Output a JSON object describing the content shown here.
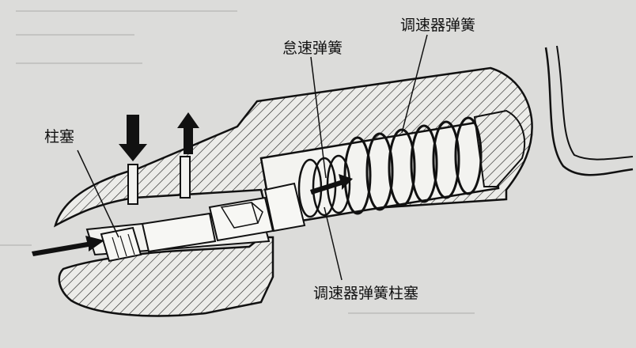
{
  "labels": {
    "plunger": "柱塞",
    "idle_spring": "怠速弹簧",
    "governor_spring": "调速器弹簧",
    "governor_spring_plunger": "调速器弹簧柱塞"
  },
  "colors": {
    "background": "#dcdcda",
    "ink": "#111111",
    "body_fill": "#e9e9e6"
  }
}
